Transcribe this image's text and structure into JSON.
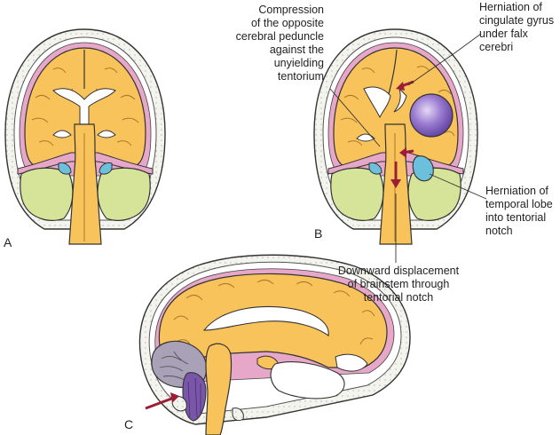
{
  "panels": {
    "a": "A",
    "b": "B",
    "c": "C"
  },
  "labels": {
    "compression": "Compression\nof the opposite\ncerebral peduncle\nagainst the\nunyielding\ntentorium",
    "cingulate": "Herniation of\ncingulate gyrus\nunder falx\ncerebri",
    "temporal": "Herniation of\ntemporal lobe\ninto tentorial\nnotch",
    "brainstem": "Downward displacement\nof brainstem through\ntentorial notch"
  },
  "colors": {
    "brain": "#f8c35a",
    "cerebellum_green": "#d6e49a",
    "tentorium_pink": "#e7a7c8",
    "temporal_blue": "#6cc0dc",
    "mass_purple": "#8c6dc4",
    "arrow_red": "#9a1f34",
    "skull": "#f1f1ea",
    "outline": "#333333"
  }
}
